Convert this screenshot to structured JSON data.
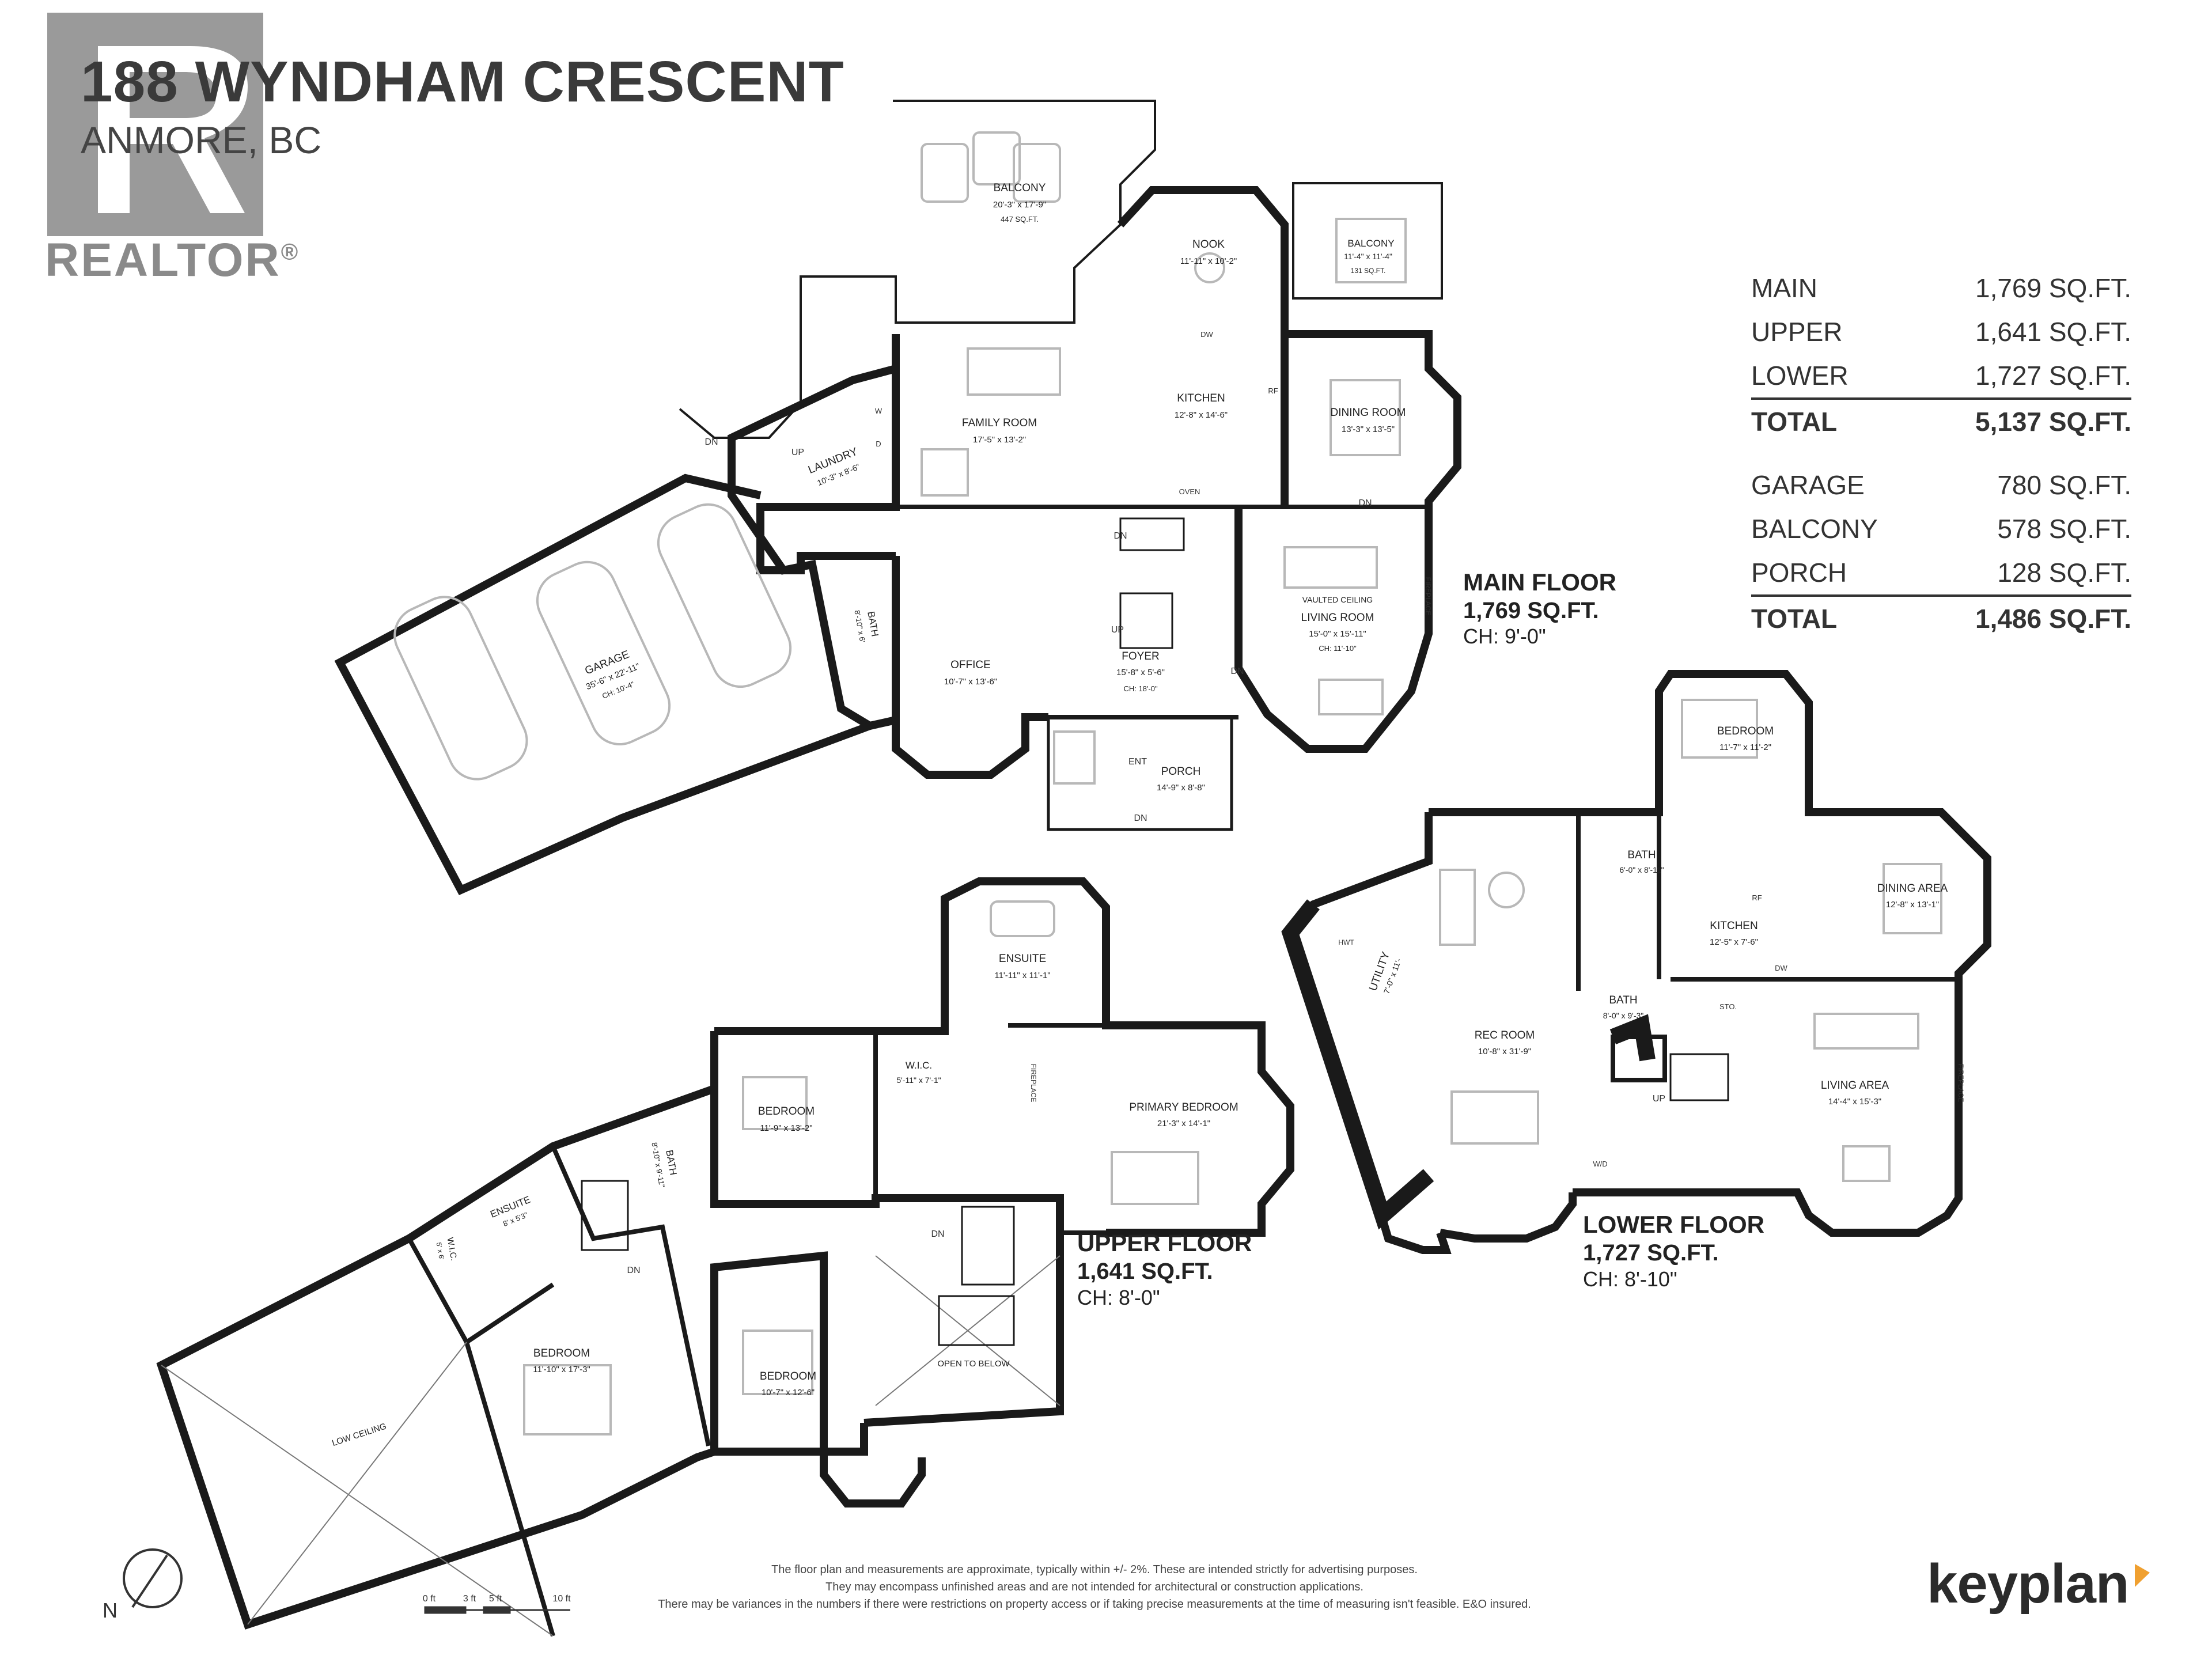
{
  "header": {
    "title": "188 WYNDHAM CRESCENT",
    "subtitle": "ANMORE, BC",
    "realtor": "REALTOR",
    "realtor_mark": "®"
  },
  "areas": {
    "living": [
      {
        "label": "MAIN",
        "value": "1,769 SQ.FT."
      },
      {
        "label": "UPPER",
        "value": "1,641 SQ.FT."
      },
      {
        "label": "LOWER",
        "value": "1,727 SQ.FT."
      }
    ],
    "living_total": {
      "label": "TOTAL",
      "value": "5,137 SQ.FT."
    },
    "other": [
      {
        "label": "GARAGE",
        "value": "780 SQ.FT."
      },
      {
        "label": "BALCONY",
        "value": "578 SQ.FT."
      },
      {
        "label": "PORCH",
        "value": "128 SQ.FT."
      }
    ],
    "other_total": {
      "label": "TOTAL",
      "value": "1,486 SQ.FT."
    }
  },
  "floors": {
    "main": {
      "name": "MAIN FLOOR",
      "area": "1,769 SQ.FT.",
      "ceiling": "CH: 9'-0\""
    },
    "upper": {
      "name": "UPPER FLOOR",
      "area": "1,641 SQ.FT.",
      "ceiling": "CH: 8'-0\""
    },
    "lower": {
      "name": "LOWER FLOOR",
      "area": "1,727 SQ.FT.",
      "ceiling": "CH: 8'-10\""
    }
  },
  "rooms": [
    {
      "name": "BALCONY",
      "dims": "20'-3\" x 17'-9\"",
      "extra": "447 SQ.FT."
    },
    {
      "name": "NOOK",
      "dims": "11'-11\" x 10'-2\"",
      "extra": ""
    },
    {
      "name": "BALCONY",
      "dims": "11'-4\" x 11'-4\"",
      "extra": "131 SQ.FT."
    },
    {
      "name": "FAMILY ROOM",
      "dims": "17'-5\" x 13'-2\"",
      "extra": ""
    },
    {
      "name": "KITCHEN",
      "dims": "12'-8\" x 14'-6\"",
      "extra": ""
    },
    {
      "name": "DINING ROOM",
      "dims": "13'-3\" x 13'-5\"",
      "extra": ""
    },
    {
      "name": "LAUNDRY",
      "dims": "10'-3\" x 8'-6\"",
      "extra": ""
    },
    {
      "name": "GARAGE",
      "dims": "35'-6\" x 22'-11\"",
      "extra": "CH: 10'-4\""
    },
    {
      "name": "BATH",
      "dims": "8'-10\" x 6'",
      "extra": ""
    },
    {
      "name": "OFFICE",
      "dims": "10'-7\" x 13'-6\"",
      "extra": ""
    },
    {
      "name": "FOYER",
      "dims": "15'-8\" x 5'-6\"",
      "extra": "CH: 18'-0\""
    },
    {
      "name": "LIVING ROOM",
      "dims": "15'-0\" x 15'-11\"",
      "extra": "CH: 11'-10\""
    },
    {
      "name": "PORCH",
      "dims": "14'-9\" x 8'-8\"",
      "extra": ""
    },
    {
      "name": "ENSUITE",
      "dims": "11'-11\" x 11'-1\"",
      "extra": ""
    },
    {
      "name": "W.I.C.",
      "dims": "5'-11\" x 7'-1\"",
      "extra": ""
    },
    {
      "name": "BEDROOM",
      "dims": "11'-9\" x 13'-2\"",
      "extra": ""
    },
    {
      "name": "PRIMARY BEDROOM",
      "dims": "21'-3\" x 14'-1\"",
      "extra": ""
    },
    {
      "name": "BATH",
      "dims": "8'-10\" x 9'-11\"",
      "extra": ""
    },
    {
      "name": "ENSUITE",
      "dims": "8' x 5'3\"",
      "extra": ""
    },
    {
      "name": "W.I.C.",
      "dims": "5' x 6'",
      "extra": ""
    },
    {
      "name": "BEDROOM",
      "dims": "11'-10\" x 17'-3\"",
      "extra": ""
    },
    {
      "name": "BEDROOM",
      "dims": "10'-7\" x 12'-6\"",
      "extra": ""
    },
    {
      "name": "OPEN TO BELOW",
      "dims": "",
      "extra": ""
    },
    {
      "name": "LOW CEILING",
      "dims": "",
      "extra": ""
    },
    {
      "name": "BEDROOM",
      "dims": "11'-7\" x 11'-2\"",
      "extra": ""
    },
    {
      "name": "BATH",
      "dims": "6'-0\" x 8'-11\"",
      "extra": ""
    },
    {
      "name": "DINING AREA",
      "dims": "12'-8\" x 13'-1\"",
      "extra": ""
    },
    {
      "name": "KITCHEN",
      "dims": "12'-5\" x 7'-6\"",
      "extra": ""
    },
    {
      "name": "UTILITY",
      "dims": "7'-0\" x 11'-",
      "extra": ""
    },
    {
      "name": "BATH",
      "dims": "8'-0\" x 9'-3\"",
      "extra": ""
    },
    {
      "name": "REC ROOM",
      "dims": "10'-8\" x 31'-9\"",
      "extra": ""
    },
    {
      "name": "LIVING AREA",
      "dims": "14'-4\" x 15'-3\"",
      "extra": ""
    },
    {
      "name": "VAULTED CEILING",
      "dims": "",
      "extra": ""
    }
  ],
  "annotations": [
    "DN",
    "UP",
    "ENT",
    "FIREPLACE",
    "OVEN",
    "DW",
    "RF",
    "W",
    "D",
    "HWT",
    "STO.",
    "W/D"
  ],
  "scale": {
    "labels": [
      "0 ft",
      "3 ft",
      "5 ft",
      "10 ft"
    ]
  },
  "compass": {
    "label": "N"
  },
  "disclaimer": [
    "The floor plan and measurements are approximate, typically within +/- 2%. These are intended strictly for advertising purposes.",
    "They may encompass unfinished areas and are not intended for architectural or construction applications.",
    "There may be variances in the numbers if there were restrictions on property access or if taking precise measurements at the time of measuring isn't feasible. E&O insured."
  ],
  "brand": {
    "name": "keyplan",
    "accent": "#f0a030"
  },
  "colors": {
    "wall": "#1a1a1a",
    "furniture": "#b8b8b8",
    "logo": "#9a9a9a"
  }
}
